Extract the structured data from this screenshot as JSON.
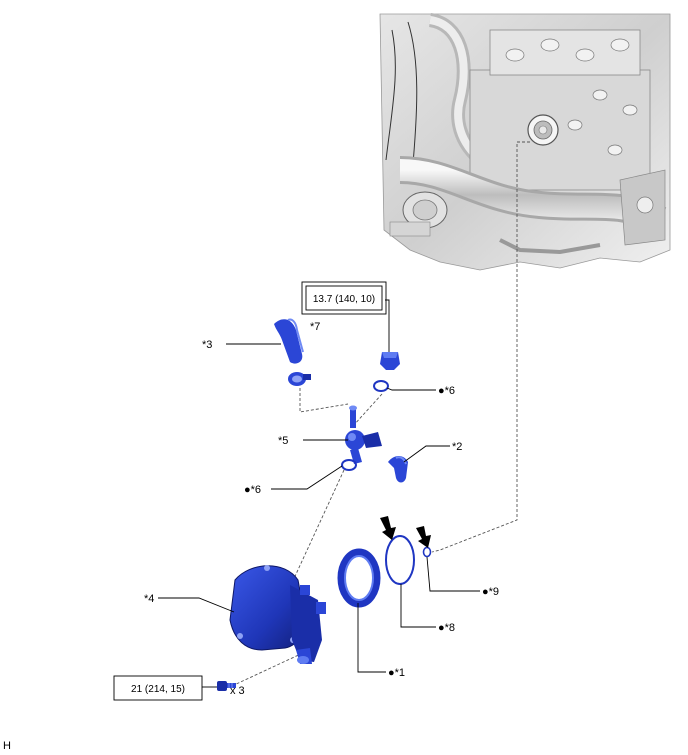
{
  "callouts": {
    "c1": "●*1",
    "c2": "*2",
    "c3": "*3",
    "c4": "*4",
    "c5": "*5",
    "c6a": "●*6",
    "c6b": "●*6",
    "c7": "*7",
    "c8": "●*8",
    "c9": "●*9"
  },
  "torque": {
    "upper": "13.7 (140, 10)",
    "lower": "21 (214, 15)"
  },
  "quantity": "x 3",
  "corner_code": "H"
}
